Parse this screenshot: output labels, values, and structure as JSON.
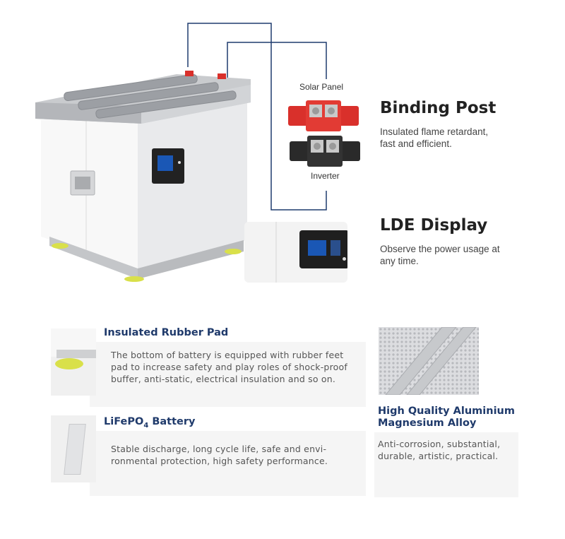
{
  "binding_post": {
    "title": "Binding Post",
    "desc_line1": "Insulated flame retardant,",
    "desc_line2": "fast and efficient.",
    "label_top": "Solar Panel",
    "label_bottom": "Inverter"
  },
  "lde_display": {
    "title": "LDE Display",
    "desc_line1": "Observe the power usage at",
    "desc_line2": "any time."
  },
  "features": {
    "rubber_pad": {
      "title": "Insulated Rubber Pad",
      "line1": "The bottom of battery is equipped with rubber feet",
      "line2": "pad to increase safety and play roles of shock-proof",
      "line3": "buffer, anti-static, electrical insulation and so on."
    },
    "lifepo4": {
      "title_prefix": "LiFePO",
      "title_sub": "4",
      "title_suffix": " Battery",
      "line1": "Stable discharge, long cycle life, safe and envi-",
      "line2": "ronmental protection, high safety performance."
    },
    "alloy": {
      "title_line1": "High Quality Aluminium",
      "title_line2": "Magnesium Alloy",
      "line1": "Anti-corrosion, substantial,",
      "line2": "durable, artistic, practical."
    }
  },
  "colors": {
    "accent_navy": "#1f3a6b",
    "connector_line": "#1e3b6e",
    "terminal_red": "#d9302b",
    "terminal_black": "#2a2a2a",
    "rubber_yellow": "#d9e04a"
  }
}
